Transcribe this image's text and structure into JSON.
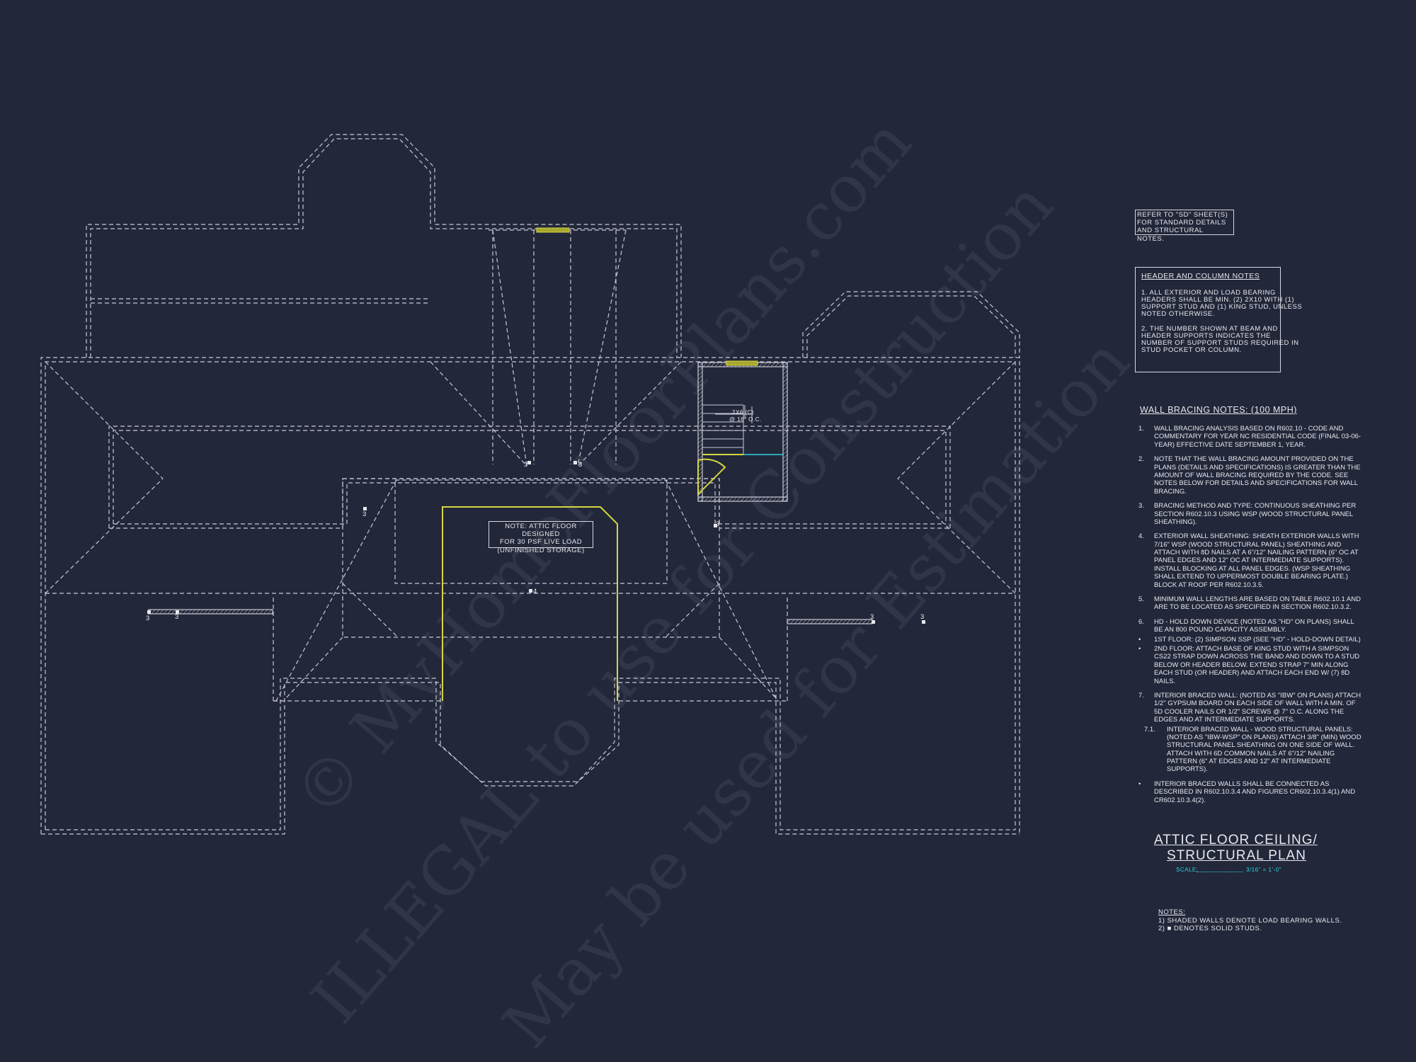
{
  "plan": {
    "attic_note": [
      "NOTE: ATTIC FLOOR DESIGNED",
      "FOR 30 PSF LIVE LOAD",
      "(UNFINISHED STORAGE)"
    ],
    "stair_note": [
      "2X6 (C)",
      "@ 16\" O.C."
    ],
    "marks": {
      "m3": "3",
      "m4": "4"
    }
  },
  "refer_note": [
    "REFER TO \"SD\" SHEET(S)",
    "FOR STANDARD DETAILS",
    "AND STRUCTURAL NOTES."
  ],
  "header_notes": {
    "title": "HEADER AND COLUMN NOTES",
    "p1": [
      "1. ALL EXTERIOR AND LOAD BEARING",
      "HEADERS SHALL BE MIN. (2) 2X10 WITH (1)",
      "SUPPORT STUD AND (1) KING STUD, UNLESS",
      "NOTED OTHERWISE."
    ],
    "p2": [
      "2. THE NUMBER SHOWN AT BEAM AND",
      "HEADER SUPPORTS INDICATES THE",
      "NUMBER OF SUPPORT STUDS REQUIRED IN",
      "STUD POCKET OR COLUMN."
    ]
  },
  "wall_bracing": {
    "title": "WALL BRACING NOTES: (100 MPH)",
    "items": [
      {
        "n": "1.",
        "text": "WALL BRACING ANALYSIS BASED ON R602.10 - CODE AND COMMENTARY FOR YEAR NC RESIDENTIAL CODE (FINAL 03-06-YEAR) EFFECTIVE DATE SEPTEMBER 1, YEAR."
      },
      {
        "n": "2.",
        "text": "NOTE THAT THE WALL BRACING AMOUNT PROVIDED ON THE PLANS (DETAILS AND SPECIFICATIONS) IS GREATER THAN THE AMOUNT OF WALL BRACING REQUIRED BY THE CODE. SEE NOTES BELOW FOR DETAILS AND SPECIFICATIONS FOR WALL BRACING."
      },
      {
        "n": "3.",
        "text": "BRACING METHOD AND TYPE: CONTINUOUS SHEATHING PER SECTION R602.10.3 USING WSP (WOOD STRUCTURAL PANEL SHEATHING)."
      },
      {
        "n": "4.",
        "text": "EXTERIOR WALL SHEATHING: SHEATH EXTERIOR WALLS WITH 7/16\" WSP (WOOD STRUCTURAL PANEL) SHEATHING AND ATTACH WITH 8d NAILS AT A 6\"/12\" NAILING PATTERN (6\" OC AT PANEL EDGES AND 12\" OC AT INTERMEDIATE SUPPORTS). INSTALL BLOCKING AT ALL PANEL EDGES. (WSP SHEATHING SHALL EXTEND TO UPPERMOST DOUBLE BEARING PLATE.) BLOCK AT ROOF PER R602.10.3.5."
      },
      {
        "n": "5.",
        "text": "MINIMUM WALL LENGTHS ARE BASED ON TABLE R602.10.1 AND ARE TO BE LOCATED AS SPECIFIED IN SECTION R602.10.3.2."
      },
      {
        "n": "6.",
        "text": "HD - HOLD DOWN DEVICE (NOTED AS \"HD\" ON PLANS) SHALL BE AN 800 POUND CAPACITY ASSEMBLY."
      },
      {
        "n": "•",
        "text": "1ST FLOOR: (2) SIMPSON SSP (SEE \"HD\" - HOLD-DOWN DETAIL)"
      },
      {
        "n": "•",
        "text": "2ND FLOOR: ATTACH BASE OF KING STUD WITH A SIMPSON CS22 STRAP DOWN ACROSS THE BAND AND DOWN TO A STUD BELOW OR HEADER BELOW. EXTEND STRAP 7\" MIN ALONG EACH STUD (OR HEADER) AND ATTACH EACH END W/ (7) 8d NAILS."
      },
      {
        "n": "7.",
        "text": "INTERIOR BRACED WALL: (NOTED AS \"IBW\" ON PLANS) ATTACH 1/2\" GYPSUM BOARD ON EACH SIDE OF WALL WITH A MIN. OF 5d COOLER NAILS OR 1/2\" SCREWS @ 7\" O.C. ALONG THE EDGES AND AT INTERMEDIATE SUPPORTS."
      },
      {
        "n": "7.1.",
        "text": "INTERIOR BRACED WALL - WOOD STRUCTURAL PANELS: (NOTED AS \"IBW-WSP\" ON PLANS) ATTACH 3/8\" (MIN) WOOD STRUCTURAL PANEL SHEATHING ON ONE SIDE OF WALL. ATTACH WITH 6d COMMON NAILS AT 6\"/12\" NAILING PATTERN (6\" AT EDGES AND 12\" AT INTERMEDIATE SUPPORTS)."
      },
      {
        "n": "•",
        "text": "INTERIOR BRACED WALLS SHALL BE CONNECTED AS DESCRIBED IN R602.10.3.4 AND FIGURES CR602.10.3.4(1) AND CR602.10.3.4(2)."
      }
    ]
  },
  "title_block": {
    "line1": "ATTIC FLOOR CEILING/",
    "line2": "STRUCTURAL PLAN",
    "scale_label": "SCALE:",
    "scale_value": "3/16\" = 1'-0\""
  },
  "notes": {
    "title": "NOTES:",
    "n1": "1) SHADED WALLS DENOTE LOAD BEARING WALLS.",
    "n2": "2) ■ DENOTES SOLID STUDS."
  },
  "watermark": {
    "line1": "© MyHomeFloorPlans.com",
    "line2": "ILLEGAL to use for Construction",
    "line3": "May be used for Estimation"
  },
  "colors": {
    "background": "#222739",
    "line": "#c8c8d4",
    "accent_yellow": "#d6d644",
    "accent_cyan": "#2fd3e0"
  }
}
